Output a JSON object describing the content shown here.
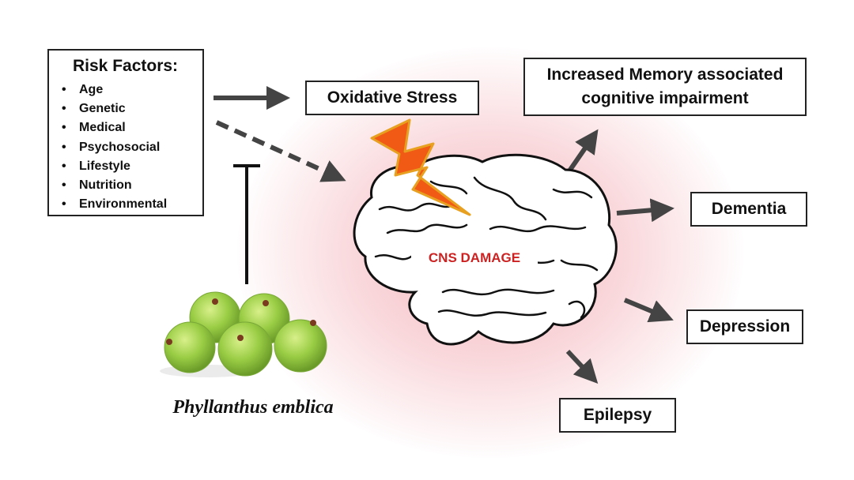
{
  "risk_factors": {
    "title": "Risk Factors:",
    "items": [
      "Age",
      "Genetic",
      "Medical",
      "Psychosocial",
      "Lifestyle",
      "Nutrition",
      "Environmental"
    ]
  },
  "oxidative_stress": "Oxidative Stress",
  "cns_damage": "CNS DAMAGE",
  "outcomes": {
    "memory": "Increased Memory associated cognitive impairment",
    "dementia": "Dementia",
    "depression": "Depression",
    "epilepsy": "Epilepsy"
  },
  "plant_label": "Phyllanthus emblica",
  "colors": {
    "arrow": "#444444",
    "cns_text": "#cc2222",
    "lightning": "#f05a14",
    "glow": "#e87882",
    "fruit": "#9acd45"
  },
  "icons": {
    "brain": "brain-icon",
    "lightning": "lightning-bolt-icon",
    "fruit": "gooseberry-fruit-icon",
    "inhibition": "inhibition-t-bar-icon"
  }
}
